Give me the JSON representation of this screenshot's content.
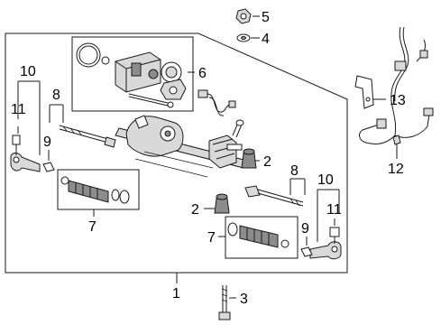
{
  "callouts": {
    "c1": "1",
    "c2a": "2",
    "c2b": "2",
    "c3": "3",
    "c4": "4",
    "c5": "5",
    "c6": "6",
    "c7a": "7",
    "c7b": "7",
    "c8a": "8",
    "c8b": "8",
    "c9a": "9",
    "c9b": "9",
    "c10a": "10",
    "c10b": "10",
    "c11a": "11",
    "c11b": "11",
    "c12": "12",
    "c13": "13"
  }
}
